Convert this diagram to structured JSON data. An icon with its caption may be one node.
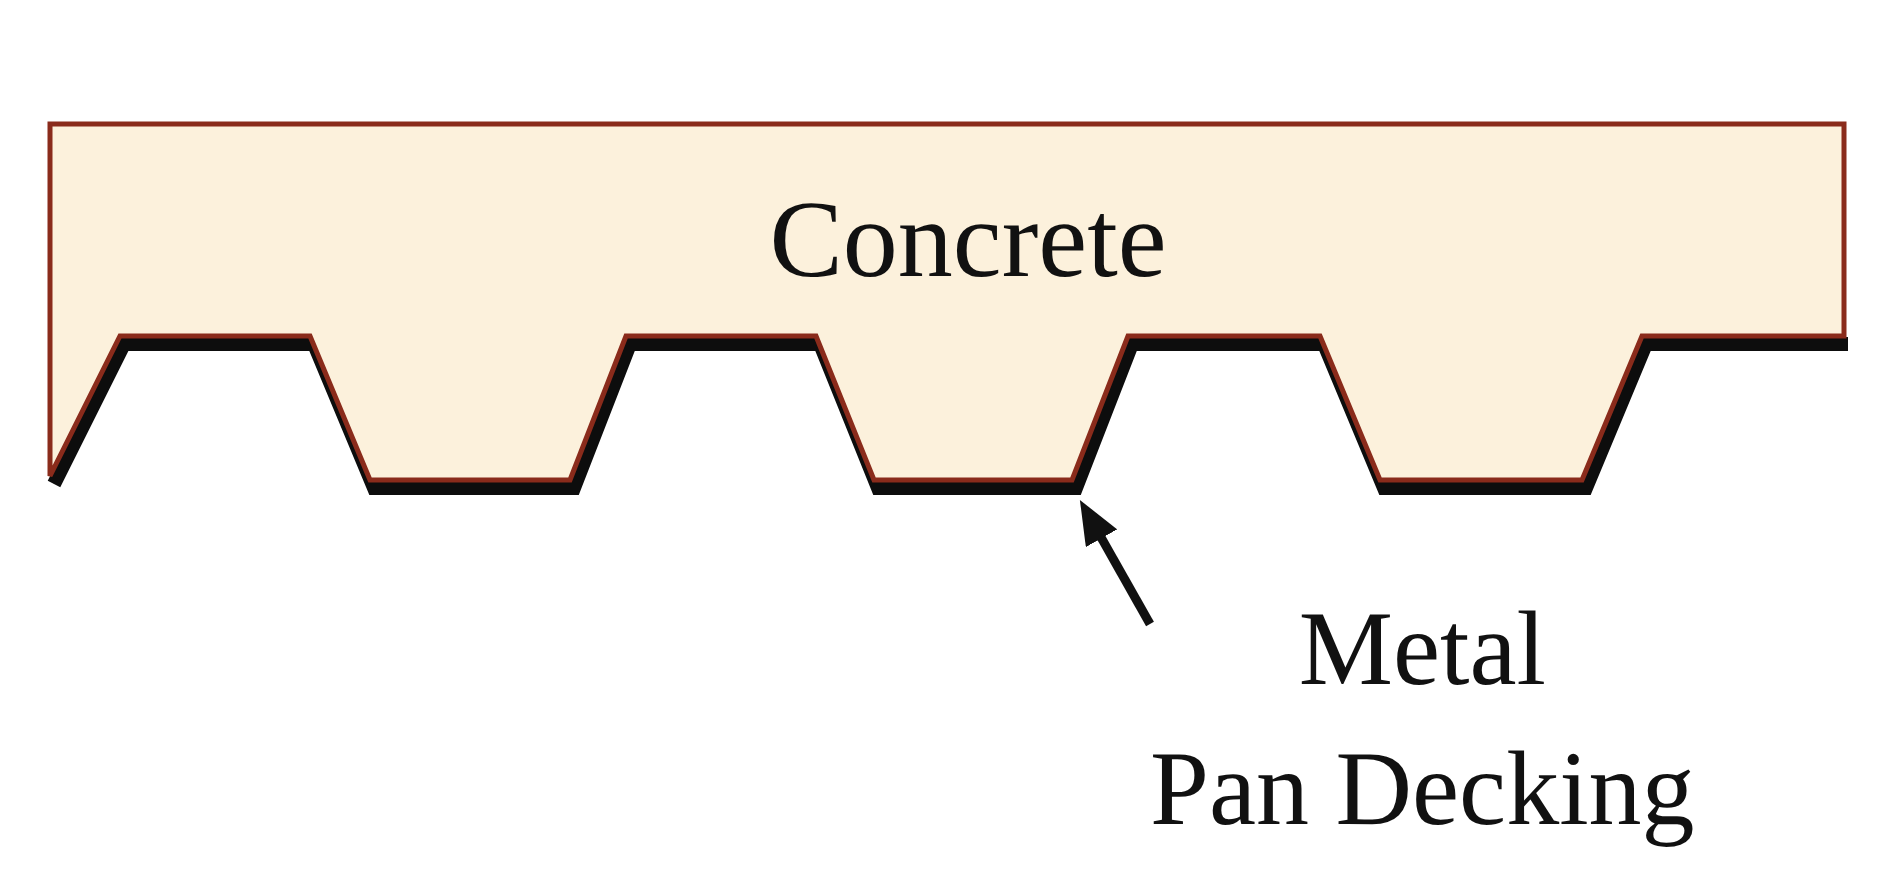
{
  "diagram": {
    "nodes": [
      {
        "text": [
          "Concrete"
        ]
      },
      {
        "text": [
          "Metal Pan Decking"
        ]
      },
      {
        "text": [],
        "shape": "line"
      }
    ],
    "edges": [
      {
        "from": 1,
        "to": 2,
        "arrow": "to"
      }
    ]
  }
}
